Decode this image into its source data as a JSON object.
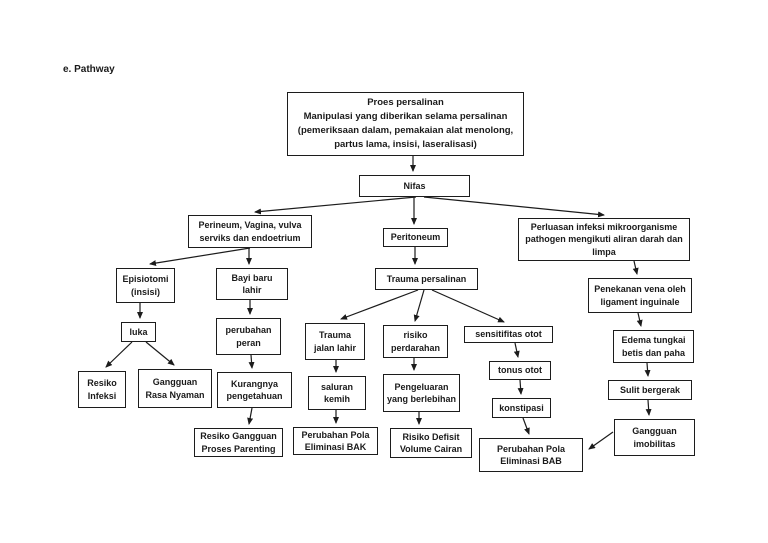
{
  "page": {
    "title": "e. Pathway"
  },
  "colors": {
    "line": "#1c1c1c",
    "background": "#ffffff",
    "text": "#1a1a1a"
  },
  "nodes": {
    "proses_persalinan": {
      "label": "Proes persalinan\nManipulasi yang diberikan selama persalinan\n(pemeriksaan dalam, pemakaian alat menolong,\npartus lama, insisi, laseralisasi)"
    },
    "nifas": {
      "label": "Nifas"
    },
    "perineum": {
      "label": "Perineum, Vagina, vulva\nserviks dan endoetrium"
    },
    "peritoneum": {
      "label": "Peritoneum"
    },
    "perluasan_infeksi": {
      "label": "Perluasan infeksi mikroorganisme\npathogen mengikuti aliran darah dan\nlimpa"
    },
    "episiotomi": {
      "label": "Episiotomi\n(insisi)"
    },
    "bayi_baru_lahir": {
      "label": "Bayi baru\nlahir"
    },
    "trauma_persalinan": {
      "label": "Trauma persalinan"
    },
    "penekanan_vena": {
      "label": "Penekanan vena oleh\nligament inguinale"
    },
    "luka": {
      "label": "luka"
    },
    "perubahan_peran": {
      "label": "perubahan\nperan"
    },
    "trauma_jalan_lahir": {
      "label": "Trauma\njalan lahir"
    },
    "risiko_perdarahan": {
      "label": "risiko\nperdarahan"
    },
    "sensitifitas_otot": {
      "label": "sensitifitas otot"
    },
    "edema_tungkai": {
      "label": "Edema tungkai\nbetis dan paha"
    },
    "tonus_otot": {
      "label": "tonus otot"
    },
    "sulit_bergerak": {
      "label": "Sulit bergerak"
    },
    "resiko_infeksi": {
      "label": "Resiko\nInfeksi"
    },
    "gangguan_rasa_nyaman": {
      "label": "Gangguan\nRasa Nyaman"
    },
    "kurangnya_pengetahuan": {
      "label": "Kurangnya\npengetahuan"
    },
    "saluran_kemih": {
      "label": "saluran\nkemih"
    },
    "pengeluaran_berlebihan": {
      "label": "Pengeluaran\nyang berlebihan"
    },
    "konstipasi": {
      "label": "konstipasi"
    },
    "gangguan_imobilitas": {
      "label": "Gangguan\nimobilitas"
    },
    "resiko_gangguan_parenting": {
      "label": "Resiko Gangguan\nProses Parenting"
    },
    "perubahan_pola_bak": {
      "label": "Perubahan Pola\nEliminasi BAK"
    },
    "risiko_defisit_cairan": {
      "label": "Risiko Defisit\nVolume Cairan"
    },
    "perubahan_pola_bab": {
      "label": "Perubahan Pola\nEliminasi BAB"
    }
  }
}
